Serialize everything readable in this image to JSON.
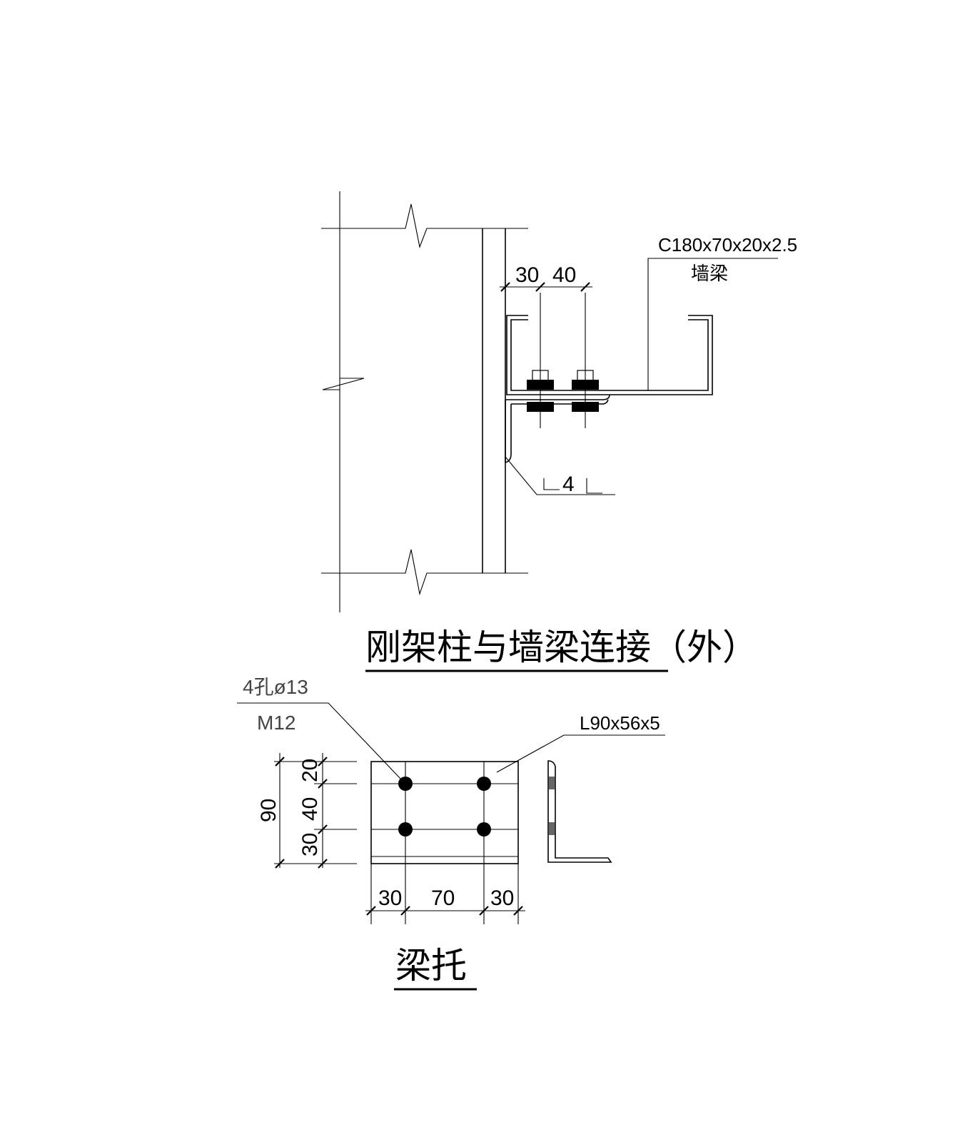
{
  "detail1": {
    "title": "刚架柱与墙梁连接（外）",
    "beam_spec": "C180x70x20x2.5",
    "beam_name": "墙梁",
    "dim_1": "30",
    "dim_2": "40",
    "weld_size": "4"
  },
  "detail2": {
    "title": "梁托",
    "hole_note": "4孔ø13",
    "bolt_note": "M12",
    "angle_spec": "L90x56x5",
    "dim_total": "90",
    "dim_v1": "20",
    "dim_v2": "40",
    "dim_v3": "30",
    "dim_h1": "30",
    "dim_h2": "70",
    "dim_h3": "30"
  }
}
